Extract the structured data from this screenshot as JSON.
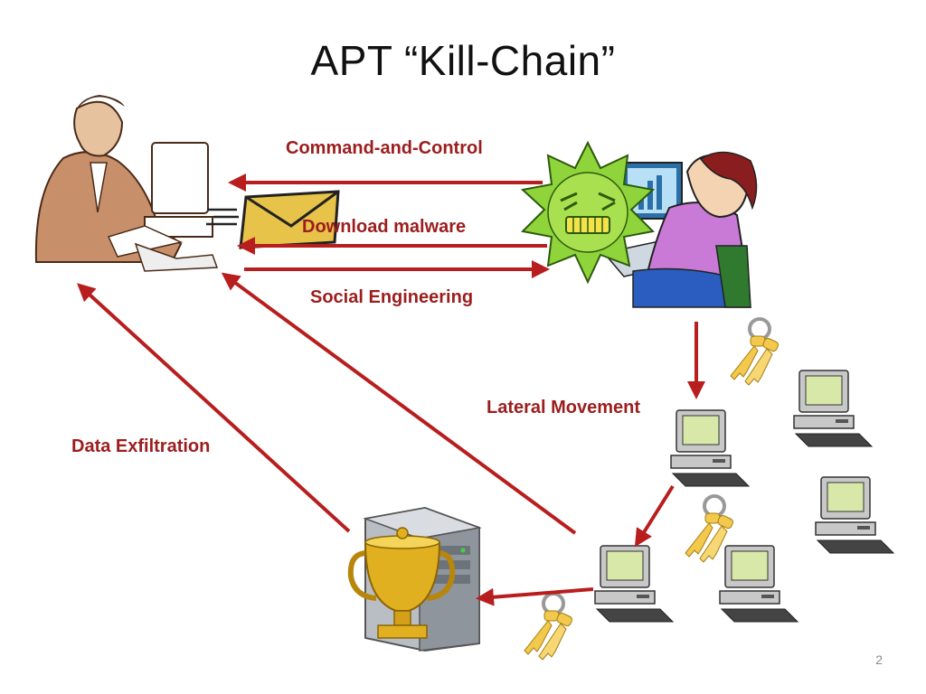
{
  "slide": {
    "title": "APT “Kill-Chain”",
    "page_number": "2"
  },
  "labels": {
    "command_and_control": "Command-and-Control",
    "download_malware": "Download malware",
    "social_engineering": "Social Engineering",
    "lateral_movement": "Lateral Movement",
    "data_exfiltration": "Data Exfiltration"
  },
  "colors": {
    "arrow": "#b81e1e",
    "label": "#9c1d1d",
    "virus": "#8fd43a",
    "envelope": "#e8c34a",
    "key": "#f2c94c",
    "trophy": "#e0b020",
    "monitor_screen": "#d8e8a8"
  },
  "icons": [
    "attacker-at-computer-icon",
    "victim-at-computer-icon",
    "virus-icon",
    "email-envelope-icon",
    "key-icon",
    "workstation-icon",
    "server-icon",
    "trophy-icon"
  ]
}
